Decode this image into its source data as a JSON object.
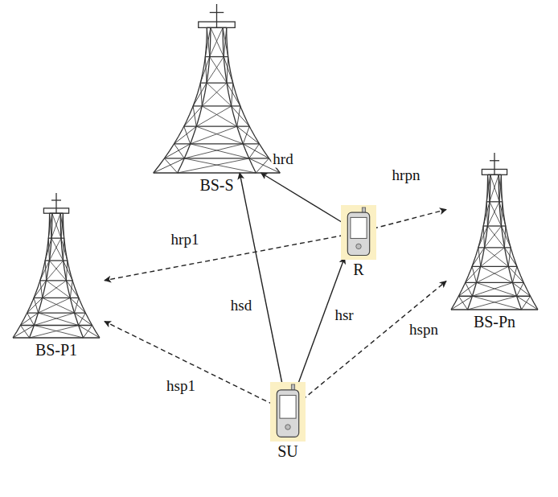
{
  "diagram": {
    "nodes": [
      {
        "text": [
          "BS-S"
        ]
      },
      {
        "text": [
          "BS-P1"
        ]
      },
      {
        "text": [
          "R"
        ]
      },
      {
        "text": [
          "BS-Pn"
        ]
      },
      {
        "text": [
          "SU"
        ]
      }
    ],
    "edges": [
      {
        "from": 4,
        "to": 0,
        "arrow": "to",
        "label": "hsd"
      },
      {
        "from": 4,
        "to": 2,
        "arrow": "to",
        "label": "hsr"
      },
      {
        "from": 2,
        "to": 0,
        "arrow": "to",
        "label": "hrd"
      },
      {
        "from": 2,
        "to": 1,
        "arrow": "to",
        "label": "hrp1"
      },
      {
        "from": 2,
        "to": 3,
        "arrow": "to",
        "label": "hrpn"
      },
      {
        "from": 4,
        "to": 1,
        "arrow": "to",
        "label": "hsp1"
      },
      {
        "from": 4,
        "to": 3,
        "arrow": "to",
        "label": "hspn"
      }
    ]
  }
}
